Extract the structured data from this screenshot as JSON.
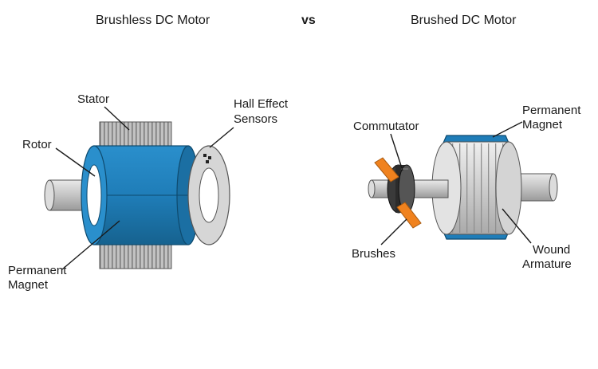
{
  "titles": {
    "left": "Brushless DC Motor",
    "vs": "vs",
    "right": "Brushed DC Motor"
  },
  "brushless_labels": {
    "stator": "Stator",
    "rotor": "Rotor",
    "hall_line1": "Hall Effect",
    "hall_line2": "Sensors",
    "magnet_line1": "Permanent",
    "magnet_line2": "Magnet"
  },
  "brushed_labels": {
    "commutator": "Commutator",
    "magnet_line1": "Permanent",
    "magnet_line2": "Magnet",
    "brushes": "Brushes",
    "armature_line1": "Wound",
    "armature_line2": "Armature"
  },
  "colors": {
    "rotor_blue": "#1f7db8",
    "rotor_blue_dark": "#165f8e",
    "shaft_gray": "#c9c9c9",
    "stator_gray": "#b8b8b8",
    "brush_orange": "#f0821e",
    "armature_gray": "#cfcfcf",
    "commutator_dark": "#2b2b2b"
  }
}
